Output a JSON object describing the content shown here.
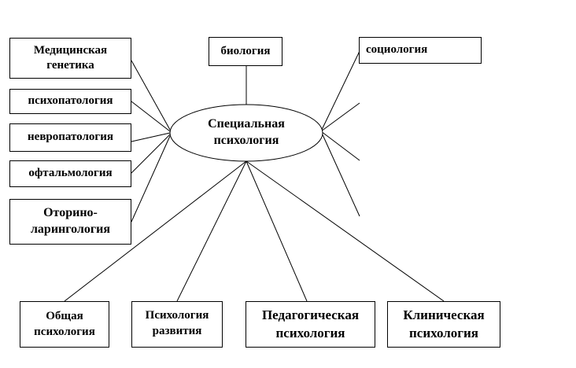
{
  "center": {
    "label": "Специальная\nпсихология"
  },
  "top": {
    "label": "биология"
  },
  "right_top": {
    "label": "социология"
  },
  "left": [
    {
      "label": "Медицинская\nгенетика"
    },
    {
      "label": "психопатология"
    },
    {
      "label": "невропатология"
    },
    {
      "label": "офтальмология"
    },
    {
      "label": "Оторино-\nларингология"
    }
  ],
  "bottom": [
    {
      "label": "Общая\nпсихология"
    },
    {
      "label": "Психология\nразвития"
    },
    {
      "label": "Педагогическая\nпсихология"
    },
    {
      "label": "Клиническая\nпсихология"
    }
  ]
}
